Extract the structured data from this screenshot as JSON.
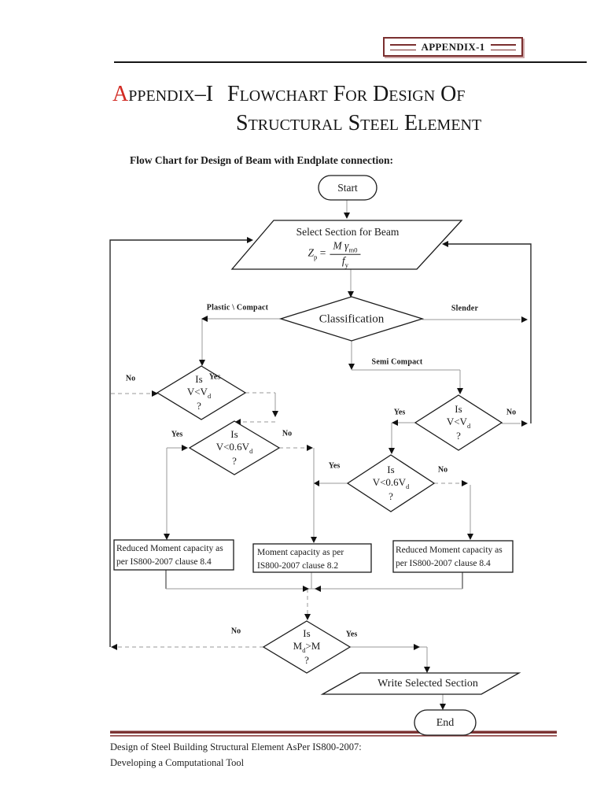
{
  "header": {
    "badge": "APPENDIX-1"
  },
  "title": {
    "initial": "A",
    "appendix_rest": "ppendix–I",
    "line1_rest": "Flowchart For Design Of",
    "line2": "Structural Steel Element",
    "accent_color": "#d22a22"
  },
  "subtitle": "Flow Chart for Design of Beam with Endplate connection:",
  "flowchart": {
    "start": "Start",
    "select_section": {
      "title": "Select Section for Beam",
      "formula": {
        "lhs": "Z",
        "lhs_sub": "p",
        "eq": "=",
        "num": "M γ",
        "num_sub": "m0",
        "den": "f",
        "den_sub": "y"
      }
    },
    "classification": "Classification",
    "branches": {
      "plastic_compact": "Plastic \\ Compact",
      "slender": "Slender",
      "semi_compact": "Semi Compact"
    },
    "d1": {
      "line1": "Is",
      "cond": "V<V",
      "cond_sub": "d",
      "line3": "?",
      "yes": "Yes",
      "no": "No"
    },
    "d2": {
      "line1": "Is",
      "cond": "V<0.6V",
      "cond_sub": "d",
      "line3": "?",
      "yes": "Yes",
      "no": "No"
    },
    "d3": {
      "line1": "Is",
      "cond": "V<V",
      "cond_sub": "d",
      "line3": "?",
      "yes": "Yes",
      "no": "No"
    },
    "d4": {
      "line1": "Is",
      "cond": "V<0.6V",
      "cond_sub": "d",
      "line3": "?",
      "yes": "Yes",
      "no": "No"
    },
    "d5": {
      "line1": "Is",
      "m": "M",
      "m_sub": "d",
      "rest": ">M",
      "line3": "?",
      "yes": "Yes",
      "no": "No"
    },
    "boxes": {
      "left": {
        "line1": "Reduced Moment capacity as",
        "line2": "per IS800-2007 clause 8.4"
      },
      "middle": {
        "line1": "Moment capacity as per",
        "line2": "IS800-2007 clause 8.2"
      },
      "right": {
        "line1": "Reduced Moment capacity as",
        "line2": "per IS800-2007 clause 8.4"
      }
    },
    "write_output": "Write Selected Section",
    "end": "End"
  },
  "footer": {
    "line1": "Design of Steel Building Structural Element AsPer IS800-2007:",
    "line2": "Developing a Computational Tool",
    "bar_color": "#7a2f2f"
  }
}
